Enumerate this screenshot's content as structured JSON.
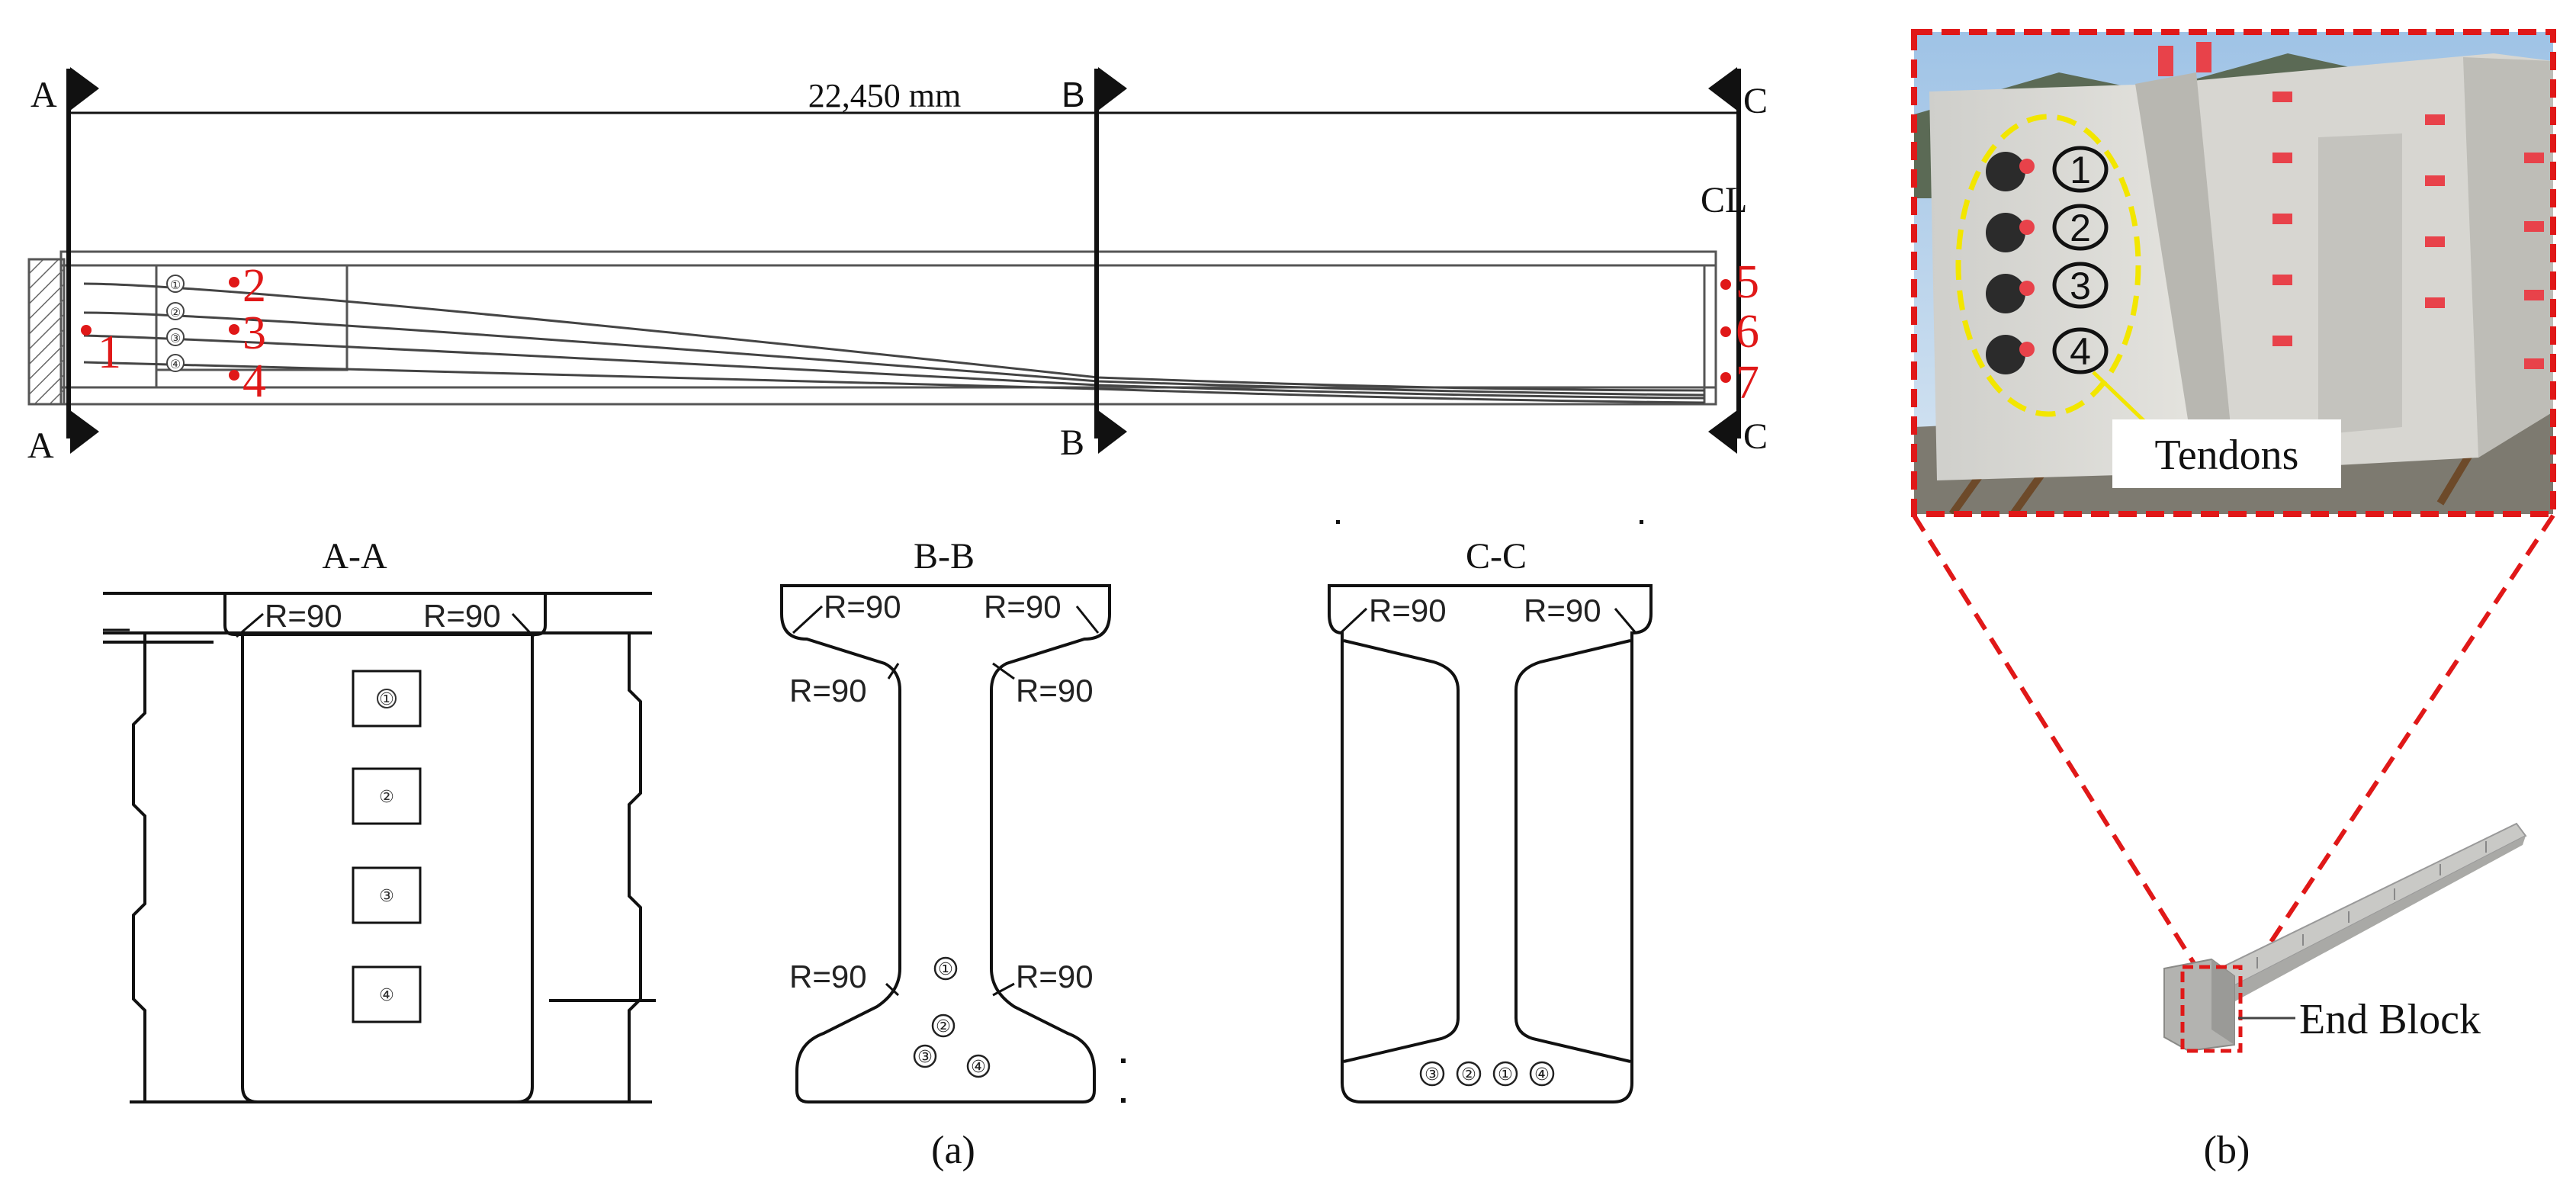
{
  "elevation": {
    "span_label": "22,450 mm",
    "centerline_label": "CL",
    "section_markers": {
      "a_top": "A",
      "a_bottom": "A",
      "b_top": "B",
      "b_bottom": "B",
      "c_top": "C",
      "c_bottom": "C"
    },
    "measurement_points": [
      "1",
      "2",
      "3",
      "4",
      "5",
      "6",
      "7"
    ],
    "tendon_numbers": [
      "①",
      "②",
      "③",
      "④"
    ]
  },
  "sections": {
    "aa": {
      "title": "A-A",
      "radius_labels": [
        "R=90",
        "R=90"
      ],
      "ducts": [
        "①",
        "②",
        "③",
        "④"
      ]
    },
    "bb": {
      "title": "B-B",
      "radius_labels": [
        "R=90",
        "R=90",
        "R=90",
        "R=90",
        "R=90",
        "R=90"
      ],
      "ducts": [
        "①",
        "②",
        "③",
        "④"
      ]
    },
    "cc": {
      "title": "C-C",
      "radius_labels": [
        "R=90",
        "R=90"
      ],
      "ducts": [
        "③",
        "②",
        "①",
        "④"
      ]
    }
  },
  "photo": {
    "tendon_labels": [
      "1",
      "2",
      "3",
      "4"
    ],
    "callout": "Tendons"
  },
  "model": {
    "callout": "End Block"
  },
  "captions": {
    "a": "(a)",
    "b": "(b)"
  },
  "colors": {
    "annotation_red": "#e01818",
    "highlight_yellow": "#f2e600",
    "line_black": "#111111"
  }
}
